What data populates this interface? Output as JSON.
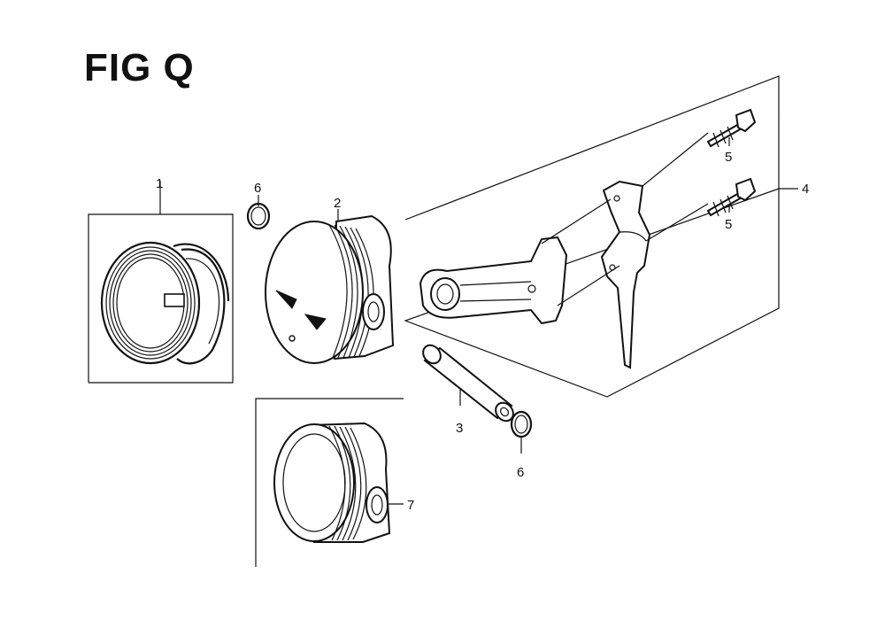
{
  "figure": {
    "title": "FIG Q"
  },
  "callouts": {
    "ring_set": "1",
    "piston": "2",
    "piston_pin": "3",
    "connecting_rod_assy": "4",
    "bolt_upper": "5",
    "bolt_lower": "5",
    "clip_upper": "6",
    "clip_lower": "6",
    "piston_alt": "7"
  },
  "colors": {
    "ink": "#111111",
    "paper": "#ffffff"
  }
}
